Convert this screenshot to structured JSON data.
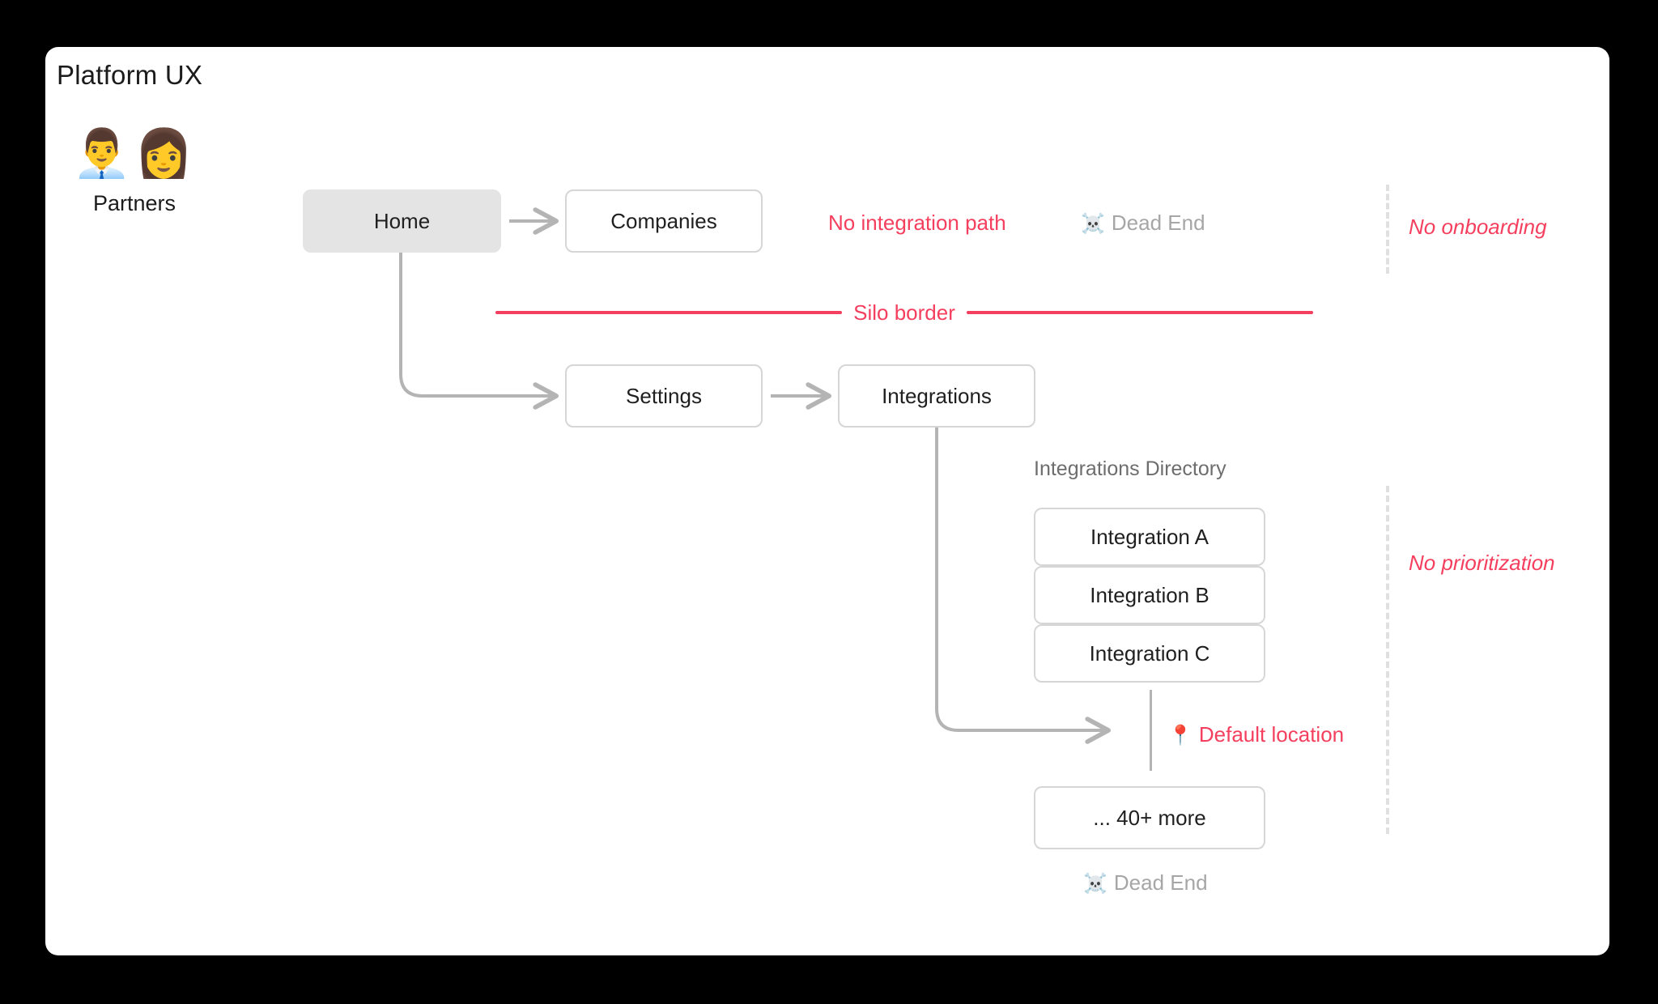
{
  "page": {
    "title": "Platform UX",
    "background": "#000000",
    "canvas_background": "#ffffff",
    "accent_red": "#f43f5e",
    "muted_gray": "#a6a6a6",
    "edge_gray": "#b4b4b4"
  },
  "persona": {
    "emojis": "👨‍💼👩",
    "label": "Partners"
  },
  "nodes": {
    "home": {
      "label": "Home",
      "style": "filled"
    },
    "companies": {
      "label": "Companies",
      "style": "outlined"
    },
    "settings": {
      "label": "Settings",
      "style": "outlined"
    },
    "integrations": {
      "label": "Integrations",
      "style": "outlined"
    },
    "integration_a": {
      "label": "Integration A",
      "style": "outlined"
    },
    "integration_b": {
      "label": "Integration B",
      "style": "outlined"
    },
    "integration_c": {
      "label": "Integration C",
      "style": "outlined"
    },
    "more": {
      "label": "... 40+ more",
      "style": "outlined"
    }
  },
  "sections": {
    "integrations_directory_heading": "Integrations Directory"
  },
  "annotations": {
    "no_integration_path": "No integration path",
    "dead_end_top": "Dead End",
    "dead_end_bottom": "Dead End",
    "dead_end_icon": "☠️",
    "no_onboarding": "No onboarding",
    "no_prioritization": "No prioritization",
    "default_location": "Default location",
    "default_location_icon": "📍",
    "silo_border": "Silo border"
  }
}
